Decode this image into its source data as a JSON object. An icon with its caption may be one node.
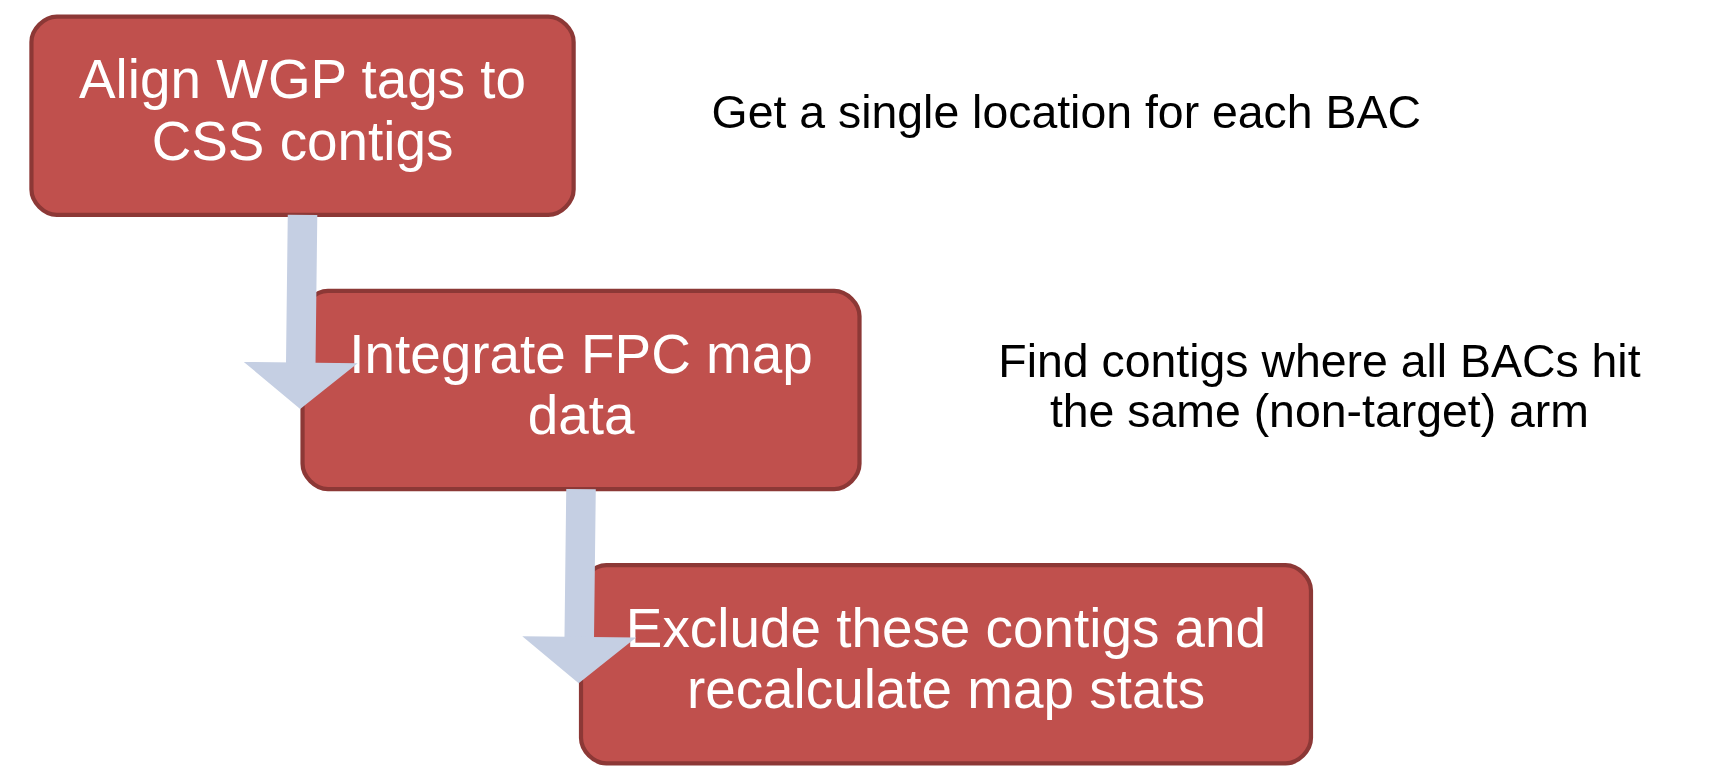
{
  "diagram": {
    "nodes": [
      {
        "text": [
          "Align WGP tags to CSS contigs"
        ],
        "beside": [
          "Get a single location for each BAC"
        ]
      },
      {
        "text": [
          "Integrate FPC map data"
        ],
        "beside": [
          "Find contigs where all BACs hit the same (non-target) arm"
        ]
      },
      {
        "text": [
          "Exclude these contigs and recalculate map stats"
        ]
      }
    ],
    "edges": [
      {
        "from": 0,
        "to": 1,
        "arrow": "to"
      },
      {
        "from": 1,
        "to": 2,
        "arrow": "to"
      }
    ]
  }
}
